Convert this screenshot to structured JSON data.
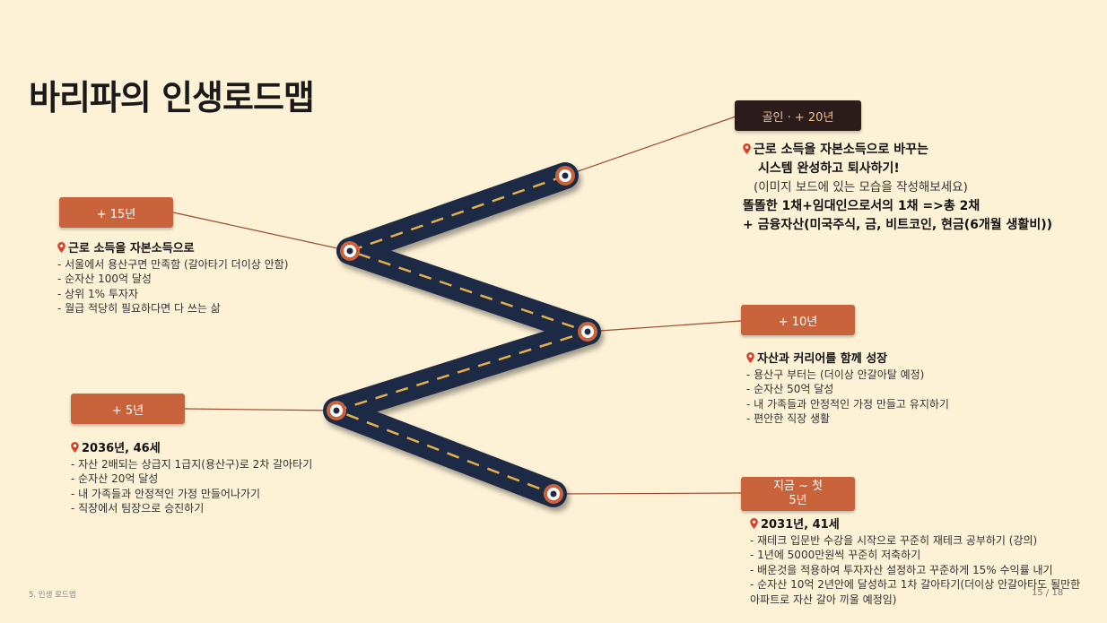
{
  "title": "바리파의 인생로드맵",
  "milestones": {
    "goal": {
      "label": "골인 · + 20년",
      "lines": [
        "근로 소득을 자본소득으로 바꾸는",
        "시스템 완성하고 퇴사하기!",
        "(이미지 보드에 있는 모습을 작성해보세요)",
        "똘똘한 1채+임대인으로서의 1채 =>총 2채",
        "+ 금융자산(미국주식, 금, 비트코인, 현금(6개월 생활비))"
      ]
    },
    "y15": {
      "label": "+ 15년",
      "head": "근로 소득을 자본소득으로",
      "items": [
        "- 서울에서 용산구면 만족함 (갈아타기 더이상 안함)",
        "- 순자산 100억 달성",
        "- 상위 1% 투자자",
        "- 월급 적당히 필요하다면 다 쓰는 삶"
      ]
    },
    "y10": {
      "label": "+ 10년",
      "head": "자산과 커리어를 함께 성장",
      "items": [
        "- 용산구 부터는 (더이상 안갈아탈 예정)",
        "- 순자산 50억 달성",
        "- 내 가족들과 안정적인 가정 만들고 유지하기",
        "- 편안한 직장 생활"
      ]
    },
    "y5": {
      "label": "+ 5년",
      "head": "2036년, 46세",
      "items": [
        "- 자산 2배되는 상급지 1급지(용산구)로  2차 갈아타기",
        "- 순자산 20억 달성",
        "- 내 가족들과 안정적인 가정 만들어나가기",
        "- 직장에서 팀장으로 승진하기"
      ]
    },
    "now": {
      "label_line1": "지금 ~ 첫",
      "label_line2": "5년",
      "head": "2031년, 41세",
      "items": [
        "- 재테크 입문반 수강을 시작으로 꾸준히 재테크 공부하기 (강의)",
        "- 1년에 5000만원씩 꾸준히 저축하기",
        "- 배운것을 적용하여 투자자산 설정하고 꾸준하게 15% 수익률 내기",
        "- 순자산 10억 2년안에 달성하고 1차 갈아타기(더이상 안갈아타도 될만한",
        "아파트로 자산 갈아 끼울 예정임)"
      ]
    }
  },
  "footer": {
    "section": "5. 인생 로드맵",
    "page": "15 / 18"
  },
  "colors": {
    "road": "#1f2a44",
    "accent": "#c8633c",
    "dash": "#e3b04b",
    "background": "#fdf1d6"
  }
}
